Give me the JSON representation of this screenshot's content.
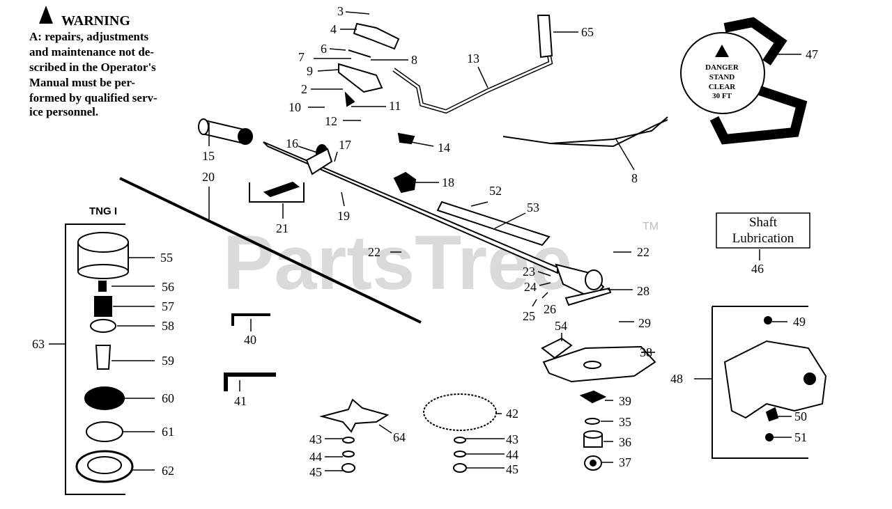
{
  "warning": {
    "title": "WARNING",
    "lines": [
      "A: repairs, adjustments",
      "and maintenance not de-",
      "scribed in the Operator's",
      "Manual must be per-",
      "formed by qualified serv-",
      "ice personnel."
    ]
  },
  "watermark": {
    "text": "PartsTree",
    "tm": "TM"
  },
  "tng_label": "TNG I",
  "shaft_box": {
    "line1": "Shaft",
    "line2": "Lubrication"
  },
  "decal": {
    "l1": "DANGER",
    "l2": "STAND",
    "l3": "CLEAR",
    "l4": "30 FT"
  },
  "callouts": [
    "3",
    "4",
    "6",
    "7",
    "8",
    "9",
    "2",
    "10",
    "11",
    "12",
    "13",
    "65",
    "47",
    "8",
    "14",
    "15",
    "16",
    "17",
    "20",
    "18",
    "19",
    "21",
    "22",
    "52",
    "53",
    "22",
    "23",
    "24",
    "25",
    "26",
    "28",
    "29",
    "46",
    "55",
    "56",
    "57",
    "58",
    "59",
    "60",
    "61",
    "62",
    "63",
    "40",
    "41",
    "54",
    "38",
    "39",
    "35",
    "36",
    "37",
    "42",
    "43",
    "44",
    "45",
    "64",
    "43",
    "44",
    "45",
    "48",
    "49",
    "50",
    "51"
  ]
}
